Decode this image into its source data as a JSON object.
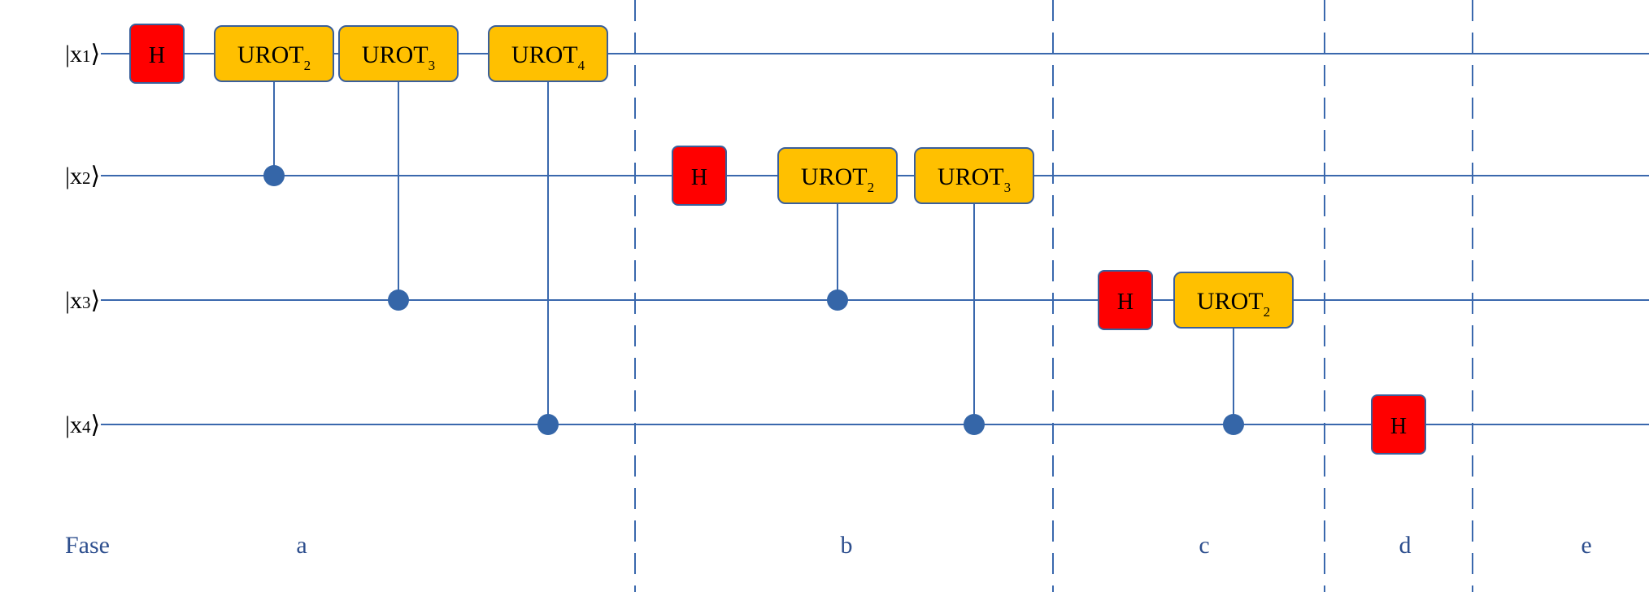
{
  "qubits": [
    {
      "label": "|x",
      "index": "1",
      "bracket": "⟩"
    },
    {
      "label": "|x",
      "index": "2",
      "bracket": "⟩"
    },
    {
      "label": "|x",
      "index": "3",
      "bracket": "⟩"
    },
    {
      "label": "|x",
      "index": "4",
      "bracket": "⟩"
    }
  ],
  "phase_row": {
    "title": "Fase",
    "phases": [
      "a",
      "b",
      "c",
      "d",
      "e"
    ]
  },
  "gates": [
    {
      "name": "H",
      "sub": "",
      "type": "h",
      "target": 0,
      "control": null,
      "phase": "a"
    },
    {
      "name": "UROT",
      "sub": "2",
      "type": "urot",
      "target": 0,
      "control": 1,
      "phase": "a"
    },
    {
      "name": "UROT",
      "sub": "3",
      "type": "urot",
      "target": 0,
      "control": 2,
      "phase": "a"
    },
    {
      "name": "UROT",
      "sub": "4",
      "type": "urot",
      "target": 0,
      "control": 3,
      "phase": "a"
    },
    {
      "name": "H",
      "sub": "",
      "type": "h",
      "target": 1,
      "control": null,
      "phase": "b"
    },
    {
      "name": "UROT",
      "sub": "2",
      "type": "urot",
      "target": 1,
      "control": 2,
      "phase": "b"
    },
    {
      "name": "UROT",
      "sub": "3",
      "type": "urot",
      "target": 1,
      "control": 3,
      "phase": "b"
    },
    {
      "name": "H",
      "sub": "",
      "type": "h",
      "target": 2,
      "control": null,
      "phase": "c"
    },
    {
      "name": "UROT",
      "sub": "2",
      "type": "urot",
      "target": 2,
      "control": 3,
      "phase": "c"
    },
    {
      "name": "H",
      "sub": "",
      "type": "h",
      "target": 3,
      "control": null,
      "phase": "d"
    }
  ],
  "colors": {
    "wire": "#3a68ad",
    "h_gate": "#ff0000",
    "urot_gate": "#ffc000",
    "control_dot": "#3566a8",
    "phase_label": "#2e4f8e"
  }
}
